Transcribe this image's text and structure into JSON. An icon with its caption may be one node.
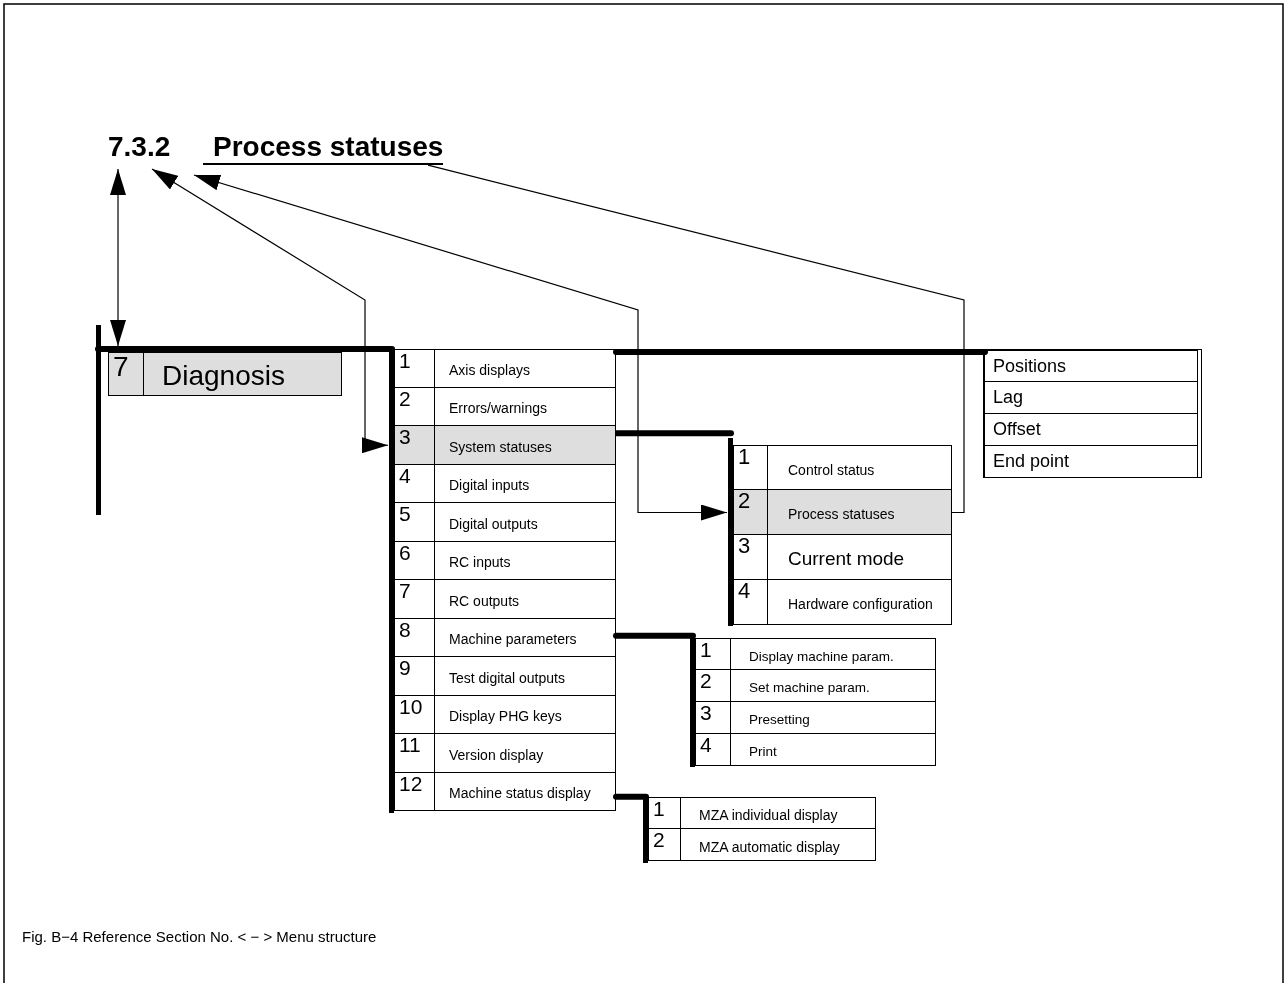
{
  "diagram": {
    "caption": "Fig. B−4 Reference Section No. < − > Menu structure",
    "nodes": [
      {
        "text": [
          "7.3.2"
        ]
      },
      {
        "text": [
          "Process statuses"
        ]
      },
      {
        "text": [],
        "shape": "bar"
      },
      {
        "text": [
          "7",
          "Diagnosis"
        ],
        "in": 2
      },
      {
        "text": [],
        "shape": "bar"
      },
      {
        "text": [
          "1",
          "Axis displays"
        ],
        "in": 4
      },
      {
        "text": [
          "2",
          "Errors/warnings"
        ],
        "in": 4
      },
      {
        "text": [
          "3",
          "System statuses"
        ],
        "in": 4
      },
      {
        "text": [
          "4",
          "Digital inputs"
        ],
        "in": 4
      },
      {
        "text": [
          "5",
          "Digital outputs"
        ],
        "in": 4
      },
      {
        "text": [
          "6",
          "RC inputs"
        ],
        "in": 4
      },
      {
        "text": [
          "7",
          "RC outputs"
        ],
        "in": 4
      },
      {
        "text": [
          "8",
          "Machine parameters"
        ],
        "in": 4
      },
      {
        "text": [
          "9",
          "Test digital outputs"
        ],
        "in": 4
      },
      {
        "text": [
          "10",
          "Display PHG keys"
        ],
        "in": 4
      },
      {
        "text": [
          "11",
          "Version display"
        ],
        "in": 4
      },
      {
        "text": [
          "12",
          "Machine status display"
        ],
        "in": 4
      },
      {
        "text": [],
        "shape": "box"
      },
      {
        "text": [
          "Positions"
        ],
        "in": 17
      },
      {
        "text": [
          "Lag"
        ],
        "in": 17
      },
      {
        "text": [
          "Offset"
        ],
        "in": 17
      },
      {
        "text": [
          "End point"
        ],
        "in": 17
      },
      {
        "text": [],
        "shape": "bar"
      },
      {
        "text": [
          "1",
          "Control status"
        ],
        "in": 22
      },
      {
        "text": [
          "2",
          "Process statuses"
        ],
        "in": 22
      },
      {
        "text": [
          "3",
          "Current mode"
        ],
        "in": 22
      },
      {
        "text": [
          "4",
          "Hardware configuration"
        ],
        "in": 22
      },
      {
        "text": [],
        "shape": "bar"
      },
      {
        "text": [
          "1",
          "Display machine param."
        ],
        "in": 27
      },
      {
        "text": [
          "2",
          "Set machine param."
        ],
        "in": 27
      },
      {
        "text": [
          "3",
          "Presetting"
        ],
        "in": 27
      },
      {
        "text": [
          "4",
          "Print"
        ],
        "in": 27
      },
      {
        "text": [],
        "shape": "bar"
      },
      {
        "text": [
          "1",
          "MZA individual display"
        ],
        "in": 32
      },
      {
        "text": [
          "2",
          "MZA automatic display"
        ],
        "in": 32
      }
    ],
    "edges": [
      {
        "from": 0,
        "to": 3,
        "arrow": "both"
      },
      {
        "from": 0,
        "to": 7,
        "arrow": "both"
      },
      {
        "from": 0,
        "to": 24,
        "arrow": "both"
      },
      {
        "from": 1,
        "to": 24,
        "arrow": "none"
      },
      {
        "from": 2,
        "to": 4,
        "arrow": "none"
      },
      {
        "from": 5,
        "to": 17,
        "arrow": "none"
      },
      {
        "from": 7,
        "to": 22,
        "arrow": "none"
      },
      {
        "from": 12,
        "to": 27,
        "arrow": "none"
      },
      {
        "from": 16,
        "to": 32,
        "arrow": "none"
      }
    ]
  }
}
